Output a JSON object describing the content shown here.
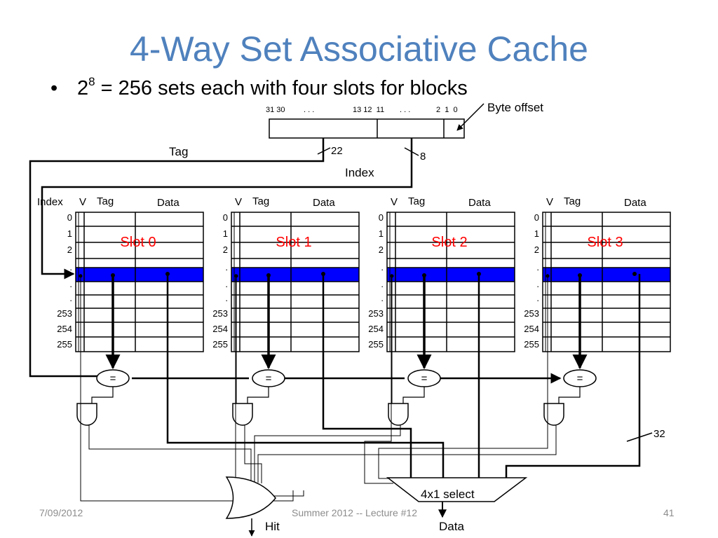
{
  "slide": {
    "title": "4-Way Set Associative Cache",
    "bullet_base": "2",
    "bullet_exp": "8",
    "bullet_rest": " = 256 sets each with four slots for blocks",
    "footer_date": "7/09/2012",
    "footer_center": "Summer 2012 -- Lecture #12",
    "page_number": "41"
  },
  "diagram": {
    "address_bits": {
      "left": "31 30",
      "dots1": ". . .",
      "mid": "13 12  11",
      "dots2": ". . .",
      "right": "2  1  0"
    },
    "byte_offset_label": "Byte offset",
    "tag_label": "Tag",
    "tag_width": "22",
    "index_label": "Index",
    "index_width": "8",
    "index_header": "Index",
    "column_headers": {
      "valid": "V",
      "tag": "Tag",
      "data": "Data"
    },
    "row_labels": [
      "0",
      "1",
      "2",
      ".",
      ".",
      ".",
      "253",
      "254",
      "255"
    ],
    "slots": [
      "Slot 0",
      "Slot 1",
      "Slot 2",
      "Slot 3"
    ],
    "comparator_symbol": "=",
    "data_width": "32",
    "mux_label": "4x1 select",
    "hit_label": "Hit",
    "data_out_label": "Data"
  },
  "colors": {
    "title": "#4f81bd",
    "highlight_row": "#0000ff",
    "slot_label": "#ff0000",
    "footer": "#8c8c8c"
  }
}
